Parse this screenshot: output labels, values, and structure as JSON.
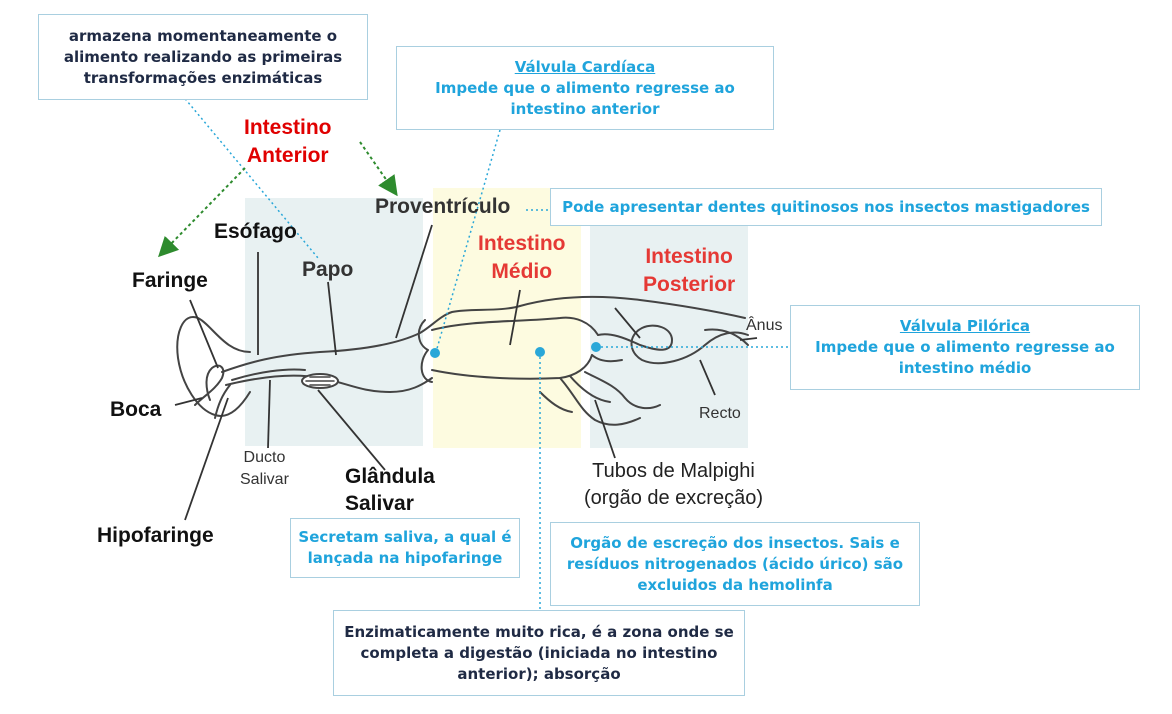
{
  "regions": {
    "anterior": [
      "Intestino",
      "Anterior"
    ],
    "medio": [
      "Intestino",
      "Médio"
    ],
    "posterior": [
      "Intestino",
      "Posterior"
    ]
  },
  "labels": {
    "proventriculo": "Proventrículo",
    "esofago": "Esófago",
    "papo": "Papo",
    "faringe": "Faringe",
    "boca": "Boca",
    "hipofaringe": "Hipofaringe",
    "ducto_salivar": [
      "Ducto",
      "Salivar"
    ],
    "glandula_salivar": [
      "Glândula",
      "Salivar"
    ],
    "tubos_malpighi": [
      "Tubos de Malpighi",
      "(orgão de excreção)"
    ],
    "anus": "Ânus",
    "recto": "Recto"
  },
  "boxes": {
    "papo_desc": [
      "armazena momentaneamente o",
      "alimento realizando as primeiras",
      "transformações enzimáticas"
    ],
    "valvula_cardiaca": {
      "title": "Válvula Cardíaca",
      "lines": [
        "Impede que o alimento regresse ao",
        "intestino anterior"
      ]
    },
    "proventriculo_desc": "Pode apresentar dentes quitinosos nos insectos mastigadores",
    "valvula_pilorica": {
      "title": "Válvula Pilórica",
      "lines": [
        "Impede que o alimento regresse ao",
        "intestino médio"
      ]
    },
    "glandula_desc": [
      "Secretam saliva, a qual é",
      "lançada na hipofaringe"
    ],
    "malpighi_desc": [
      "Orgão de escreção dos insectos. Sais e",
      "resíduos nitrogenados  (ácido úrico) são",
      "excluidos da hemolinfa"
    ],
    "medio_desc": [
      "Enzimaticamente muito rica, é a zona onde se",
      "completa a digestão (iniciada no intestino",
      "anterior); absorção"
    ]
  },
  "colors": {
    "foregut_zone": "#e8f1f2",
    "midgut_zone": "#fdfbe0",
    "hindgut_zone": "#e8f1f2",
    "box_border": "#a9cfe0",
    "connector": "#29a7d8",
    "arrow": "#2e8b2e"
  }
}
